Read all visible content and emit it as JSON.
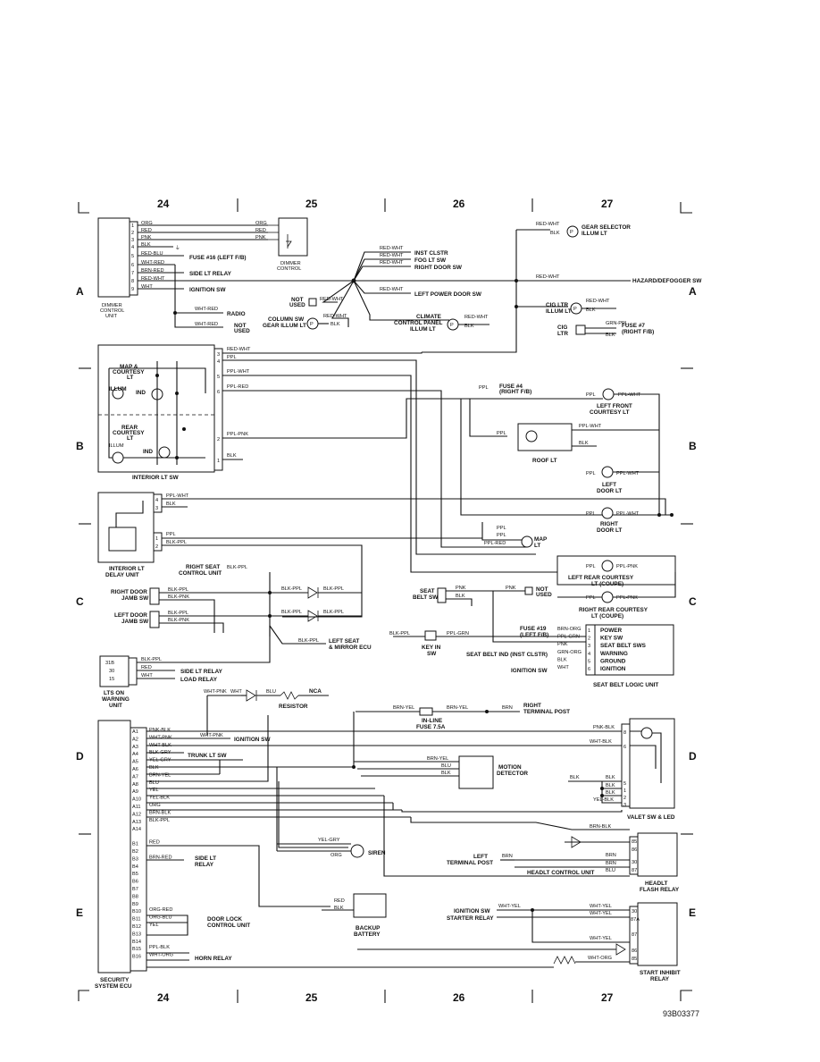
{
  "grid": {
    "columns": [
      "24",
      "25",
      "26",
      "27"
    ],
    "rows": [
      "A",
      "B",
      "C",
      "D",
      "E"
    ]
  },
  "figure_id": "93B03377",
  "components": {
    "dimmer_control_unit": "DIMMER CONTROL UNIT",
    "dimmer_control": "DIMMER CONTROL",
    "gear_selector": "GEAR SELECTOR ILLUM LT",
    "inst_clstr": "INST CLSTR",
    "fog_lt_sw": "FOG LT SW",
    "right_door_sw": "RIGHT DOOR SW",
    "left_power_door_sw": "LEFT POWER DOOR SW",
    "hazard_defogger": "HAZARD/DEFOGGER SW",
    "cig_ltr_illum": "CIG LTR ILLUM LT",
    "cig_ltr": "CIG LTR",
    "fuse7": "FUSE #7 (RIGHT F/B)",
    "fuse16": "FUSE #16 (LEFT F/B)",
    "side_lt_relay": "SIDE LT RELAY",
    "ignition_sw": "IGNITION SW",
    "radio": "RADIO",
    "not_used": "NOT USED",
    "column_sw": "COLUMN SW GEAR ILLUM LT",
    "climate": "CLIMATE CONTROL PANEL ILLUM LT",
    "interior_lt_sw": "INTERIOR LT SW",
    "map_courtesy": "MAP & COURTESY LT",
    "rear_courtesy": "REAR COURTESY LT",
    "illum": "ILLUM",
    "ind": "IND",
    "fuse4": "FUSE #4 (RIGHT F/B)",
    "left_front_courtesy": "LEFT FRONT COURTESY LT",
    "roof_lt": "ROOF LT",
    "left_door_lt": "LEFT DOOR LT",
    "right_door_lt": "RIGHT DOOR LT",
    "map_lt": "MAP LT",
    "interior_lt_delay": "INTERIOR LT DELAY UNIT",
    "left_rear_courtesy": "LEFT REAR COURTESY LT (COUPE)",
    "right_rear_courtesy": "RIGHT REAR COURTESY LT (COUPE)",
    "right_seat_cu": "RIGHT SEAT CONTROL UNIT",
    "right_door_jamb": "RIGHT DOOR JAMB SW",
    "left_door_jamb": "LEFT DOOR JAMB SW",
    "left_seat_mirror": "LEFT SEAT & MIRROR ECU",
    "seat_belt_sw": "SEAT BELT SW",
    "key_in_sw": "KEY IN SW",
    "seat_belt_logic": "SEAT BELT LOGIC UNIT",
    "lts_on_warning": "LTS ON WARNING UNIT",
    "load_relay": "LOAD RELAY",
    "resistor": "RESISTOR",
    "inline_fuse": "IN-LINE FUSE 7.5A",
    "right_terminal_post": "RIGHT TERMINAL POST",
    "motion_detector": "MOTION DETECTOR",
    "valet_sw": "VALET SW & LED",
    "trunk_lt_sw": "TRUNK LT SW",
    "siren": "SIREN",
    "side_lt_relay_2": "SIDE LT RELAY",
    "left_terminal_post": "LEFT TERMINAL POST",
    "headlt_control_unit": "HEADLT CONTROL UNIT",
    "headlt_flash_relay": "HEADLT FLASH RELAY",
    "backup_battery": "BACKUP BATTERY",
    "door_lock_cu": "DOOR LOCK CONTROL UNIT",
    "horn_relay": "HORN RELAY",
    "ignition_sw_2": "IGNITION SW",
    "starter_relay": "STARTER RELAY",
    "start_inhibit": "START INHIBIT RELAY",
    "security_ecu": "SECURITY SYSTEM ECU",
    "seat_belt_ind": "SEAT BELT IND (INST CLSTR)",
    "fuse19": "FUSE #19 (LEFT F/B)",
    "nca": "NCA"
  },
  "dimmer_pins": [
    {
      "pin": "1",
      "wire": "ORG"
    },
    {
      "pin": "2",
      "wire": "RED"
    },
    {
      "pin": "3",
      "wire": "PNK"
    },
    {
      "pin": "4",
      "wire": "BLK"
    },
    {
      "pin": "5",
      "wire": "RED-BLU"
    },
    {
      "pin": "6",
      "wire": "WHT-RED"
    },
    {
      "pin": "7",
      "wire": "BRN-RED"
    },
    {
      "pin": "8",
      "wire": "RED-WHT"
    },
    {
      "pin": "9",
      "wire": "WHT"
    }
  ],
  "logic_pins": [
    {
      "pin": "1",
      "wire": "BRN-ORG",
      "func": "POWER"
    },
    {
      "pin": "2",
      "wire": "PPL-GRN",
      "func": "KEY SW"
    },
    {
      "pin": "3",
      "wire": "PNK",
      "func": "SEAT BELT SWS"
    },
    {
      "pin": "4",
      "wire": "GRN-ORG",
      "func": "WARNING"
    },
    {
      "pin": "5",
      "wire": "BLK",
      "func": "GROUND"
    },
    {
      "pin": "6",
      "wire": "WHT",
      "func": "IGNITION"
    }
  ],
  "ecu_pins": [
    {
      "pin": "A1",
      "wire": "PNK-BLK"
    },
    {
      "pin": "A2",
      "wire": "WHT-PNK"
    },
    {
      "pin": "A3",
      "wire": "WHT-BLK"
    },
    {
      "pin": "A4",
      "wire": "BLK-GRY"
    },
    {
      "pin": "A5",
      "wire": "YEL-GRY"
    },
    {
      "pin": "A6",
      "wire": "BLK"
    },
    {
      "pin": "A7",
      "wire": "BRN-YEL"
    },
    {
      "pin": "A8",
      "wire": "BLU"
    },
    {
      "pin": "A9",
      "wire": "YEL"
    },
    {
      "pin": "A10",
      "wire": "YEL-BLK"
    },
    {
      "pin": "A11",
      "wire": "ORG"
    },
    {
      "pin": "A12",
      "wire": "BRN-BLK"
    },
    {
      "pin": "A13",
      "wire": "BLK-PPL"
    },
    {
      "pin": "A14",
      "wire": ""
    },
    {
      "pin": "B1",
      "wire": "RED"
    },
    {
      "pin": "B2",
      "wire": ""
    },
    {
      "pin": "B3",
      "wire": "BRN-RED"
    },
    {
      "pin": "B4",
      "wire": ""
    },
    {
      "pin": "B5",
      "wire": ""
    },
    {
      "pin": "B6",
      "wire": ""
    },
    {
      "pin": "B7",
      "wire": ""
    },
    {
      "pin": "B8",
      "wire": ""
    },
    {
      "pin": "B9",
      "wire": ""
    },
    {
      "pin": "B10",
      "wire": "ORG-RED"
    },
    {
      "pin": "B11",
      "wire": "ORG-BLU"
    },
    {
      "pin": "B12",
      "wire": "YEL"
    },
    {
      "pin": "B13",
      "wire": ""
    },
    {
      "pin": "B14",
      "wire": ""
    },
    {
      "pin": "B15",
      "wire": "PPL-BLK"
    },
    {
      "pin": "B16",
      "wire": "WHT-ORG"
    }
  ],
  "wires": {
    "red_wht": "RED-WHT",
    "blk": "BLK",
    "ppl": "PPL",
    "ppl_wht": "PPL-WHT",
    "ppl_red": "PPL-RED",
    "ppl_pnk": "PPL-PNK",
    "blk_ppl": "BLK-PPL",
    "blk_pnk": "BLK-PNK",
    "grn_ppl": "GRN-PPL",
    "wht_red": "WHT-RED",
    "pnk": "PNK",
    "brn_yel": "BRN-YEL",
    "brn": "BRN",
    "wht_yel": "WHT-YEL",
    "wht_org": "WHT-ORG",
    "wht_pnk": "WHT-PNK",
    "wht": "WHT",
    "blu": "BLU",
    "org": "ORG",
    "red": "RED",
    "yel_gry": "YEL-GRY",
    "ppl_grn": "PPL-GRN",
    "brn_org": "BRN-ORG",
    "grn_org": "GRN-ORG",
    "wht_blk": "WHT-BLK",
    "pnk_blk": "PNK-BLK",
    "yel_blk": "YEL-BLK",
    "brn_blk": "BRN-BLK"
  },
  "relay_pins": {
    "headlt": [
      "85",
      "86",
      "30",
      "87"
    ],
    "start": [
      "30",
      "87A",
      "87",
      "86",
      "85"
    ]
  },
  "delay_pins": [
    "4",
    "3",
    "1",
    "2"
  ],
  "warn_pins": [
    "31B",
    "30",
    "15"
  ],
  "misc": {
    "lts_on_side": "SIDE LT RELAY",
    "lts_on_load": "LOAD RELAY"
  }
}
